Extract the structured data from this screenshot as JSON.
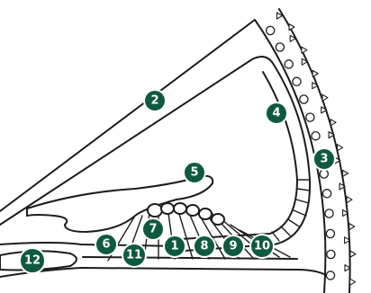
{
  "labels": [
    {
      "id": "1",
      "text": "1"
    },
    {
      "id": "2",
      "text": "2"
    },
    {
      "id": "3",
      "text": "3"
    },
    {
      "id": "4",
      "text": "4"
    },
    {
      "id": "5",
      "text": "5"
    },
    {
      "id": "6",
      "text": "6"
    },
    {
      "id": "7",
      "text": "7"
    },
    {
      "id": "8",
      "text": "8"
    },
    {
      "id": "9",
      "text": "9"
    },
    {
      "id": "10",
      "text": "10"
    },
    {
      "id": "11",
      "text": "11"
    },
    {
      "id": "12",
      "text": "12"
    }
  ],
  "colors": {
    "badge": "#0f5a3f",
    "badge_text": "#ffffff",
    "line": "#1c1c1c",
    "background": "#ffffff"
  }
}
